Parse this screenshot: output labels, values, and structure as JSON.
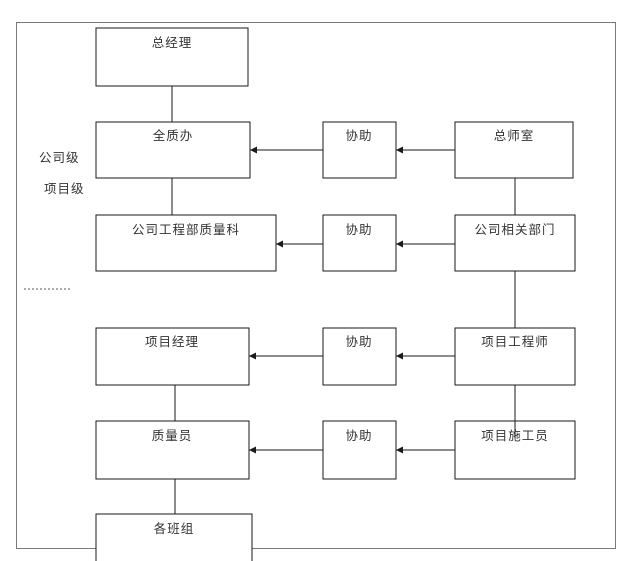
{
  "diagram": {
    "levels": {
      "company": "公司级",
      "project": "项目级"
    },
    "nodes": {
      "general_manager": "总经理",
      "quality_office": "全质办",
      "assist_1": "协助",
      "chief_engineer_office": "总师室",
      "company_engineering_quality": "公司工程部质量科",
      "assist_2": "协助",
      "company_related_depts": "公司相关部门",
      "project_manager": "项目经理",
      "assist_3": "协助",
      "project_engineer": "项目工程师",
      "quality_inspector": "质量员",
      "assist_4": "协助",
      "project_constructor": "项目施工员",
      "work_teams": "各班组"
    }
  }
}
